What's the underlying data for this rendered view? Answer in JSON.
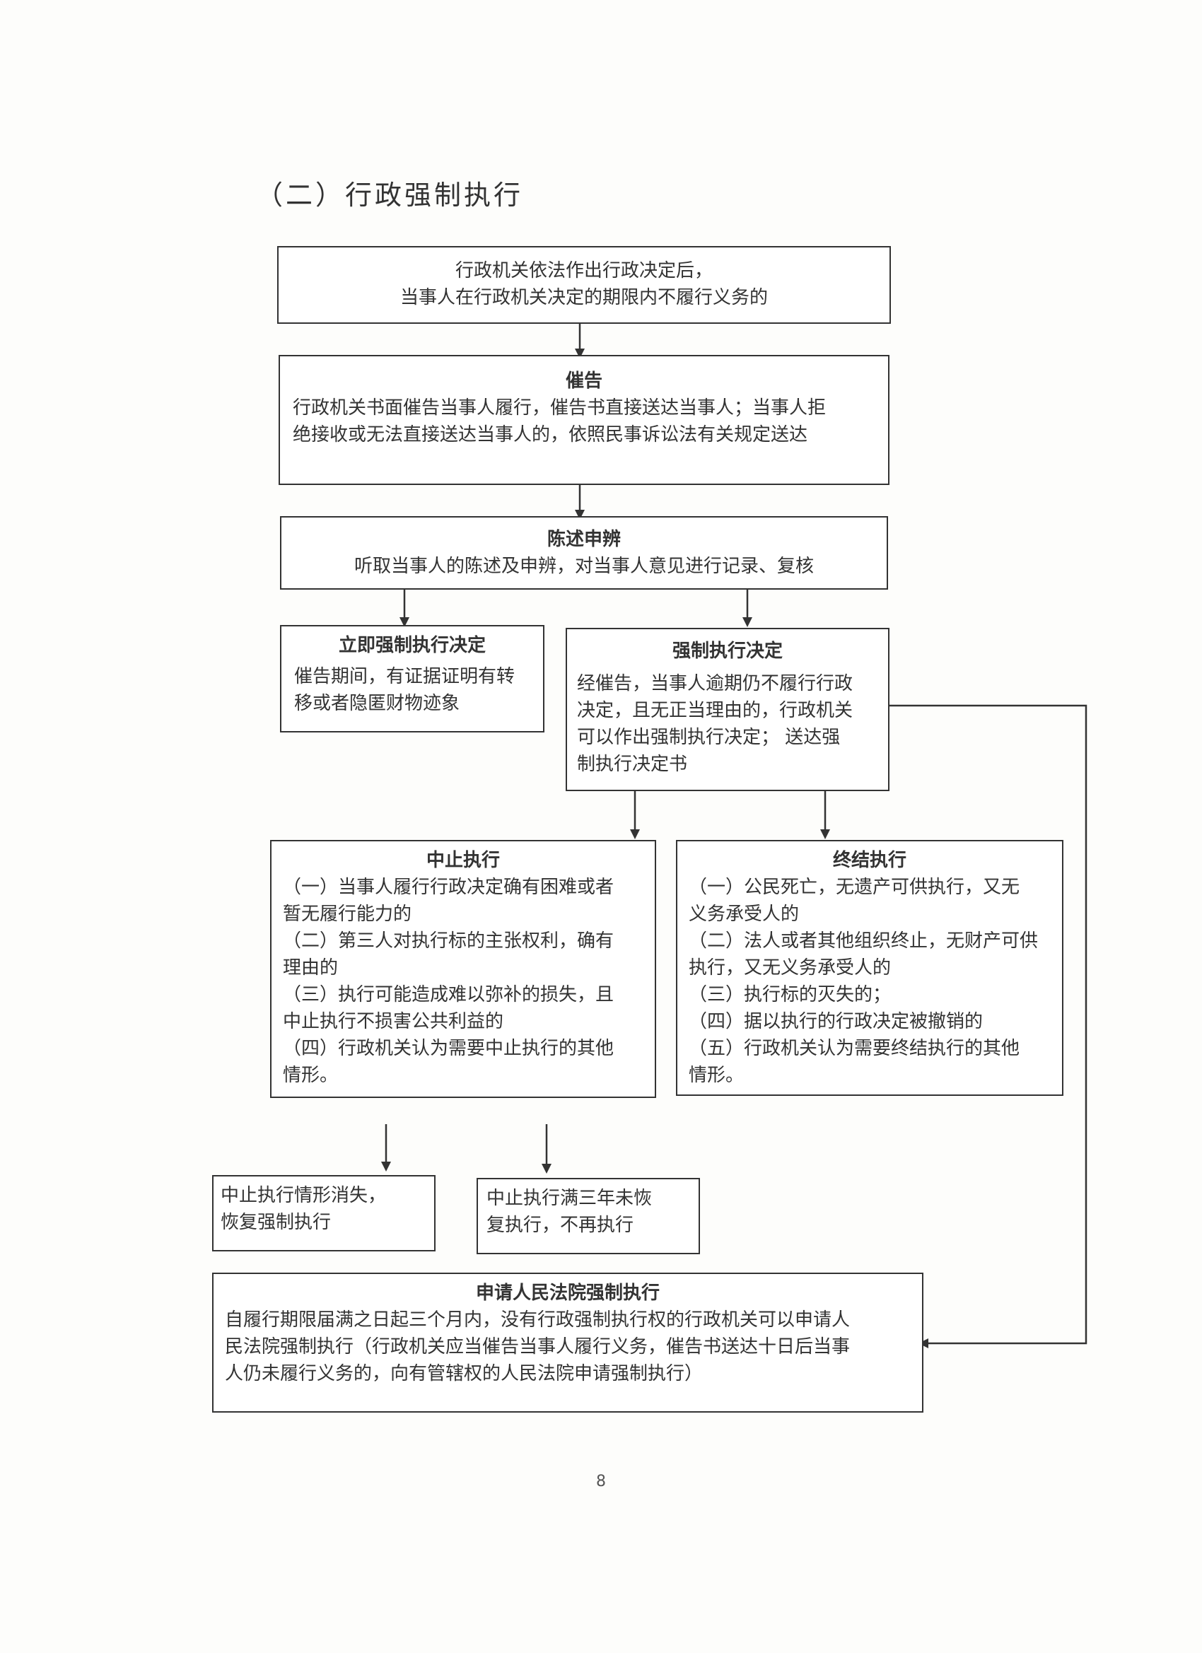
{
  "title": "（二）行政强制执行",
  "boxes": {
    "start": {
      "lines": [
        "行政机关依法作出行政决定后，",
        "当事人在行政机关决定的期限内不履行义务的"
      ]
    },
    "cuigao": {
      "head": "催告",
      "lines": [
        "行政机关书面催告当事人履行，催告书直接送达当事人；当事人拒",
        "绝接收或无法直接送达当事人的，依照民事诉讼法有关规定送达"
      ]
    },
    "chenshu": {
      "head": "陈述申辨",
      "lines": [
        "听取当事人的陈述及申辨，对当事人意见进行记录、复核"
      ]
    },
    "liji": {
      "head": "立即强制执行决定",
      "lines": [
        "催告期间，有证据证明有转",
        "移或者隐匿财物迹象"
      ]
    },
    "qiangzhi": {
      "head": "强制执行决定",
      "lines": [
        "经催告，当事人逾期仍不履行行政",
        "决定，且无正当理由的，行政机关",
        "可以作出强制执行决定； 送达强",
        "制执行决定书"
      ]
    },
    "zhongzhi": {
      "head": "中止执行",
      "lines": [
        "（一）当事人履行行政决定确有困难或者",
        "暂无履行能力的",
        "（二）第三人对执行标的主张权利，确有",
        "理由的",
        "（三）执行可能造成难以弥补的损失，且",
        "中止执行不损害公共利益的",
        "（四）行政机关认为需要中止执行的其他",
        "情形。"
      ]
    },
    "zhongjie": {
      "head": "终结执行",
      "lines": [
        "（一）公民死亡，无遗产可供执行，又无",
        "义务承受人的",
        "（二）法人或者其他组织终止，无财产可供",
        "执行，又无义务承受人的",
        "（三）执行标的灭失的；",
        "（四）据以执行的行政决定被撤销的",
        "（五）行政机关认为需要终结执行的其他",
        "情形。"
      ]
    },
    "huifu": {
      "lines": [
        "中止执行情形消失，",
        "恢复强制执行"
      ]
    },
    "buzai": {
      "lines": [
        "中止执行满三年未恢",
        "复执行，不再执行"
      ]
    },
    "shenqing": {
      "head": "申请人民法院强制执行",
      "lines": [
        "自履行期限届满之日起三个月内，没有行政强制执行权的行政机关可以申请人",
        "民法院强制执行（行政机关应当催告当事人履行义务，催告书送达十日后当事",
        "人仍未履行义务的，向有管辖权的人民法院申请强制执行）"
      ]
    }
  },
  "page_number": "8"
}
